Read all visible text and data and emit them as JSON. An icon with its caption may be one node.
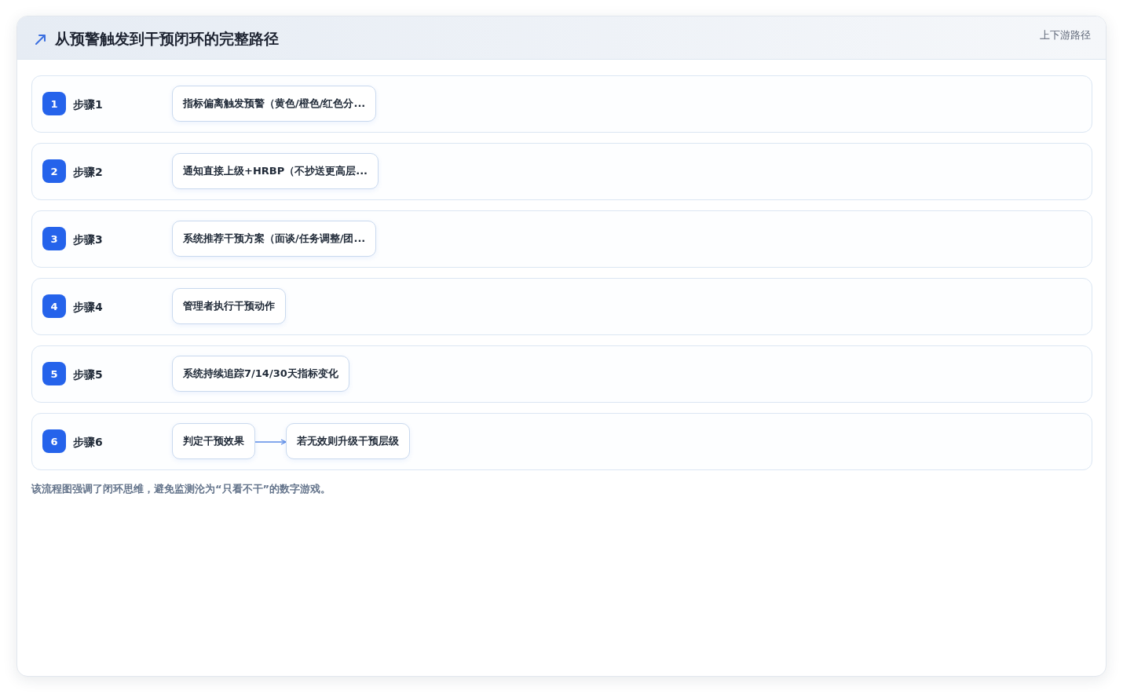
{
  "diagram": {
    "title": "从预警触发到干预闭环的完整路径",
    "caption": "该流程图强调了闭环思维，避免监测沦为“只看不干”的数字游戏。",
    "nodes": [
      {
        "text": [
          "步骤1"
        ]
      },
      {
        "text": [
          "1"
        ],
        "in": 0
      },
      {
        "text": [
          "指标偏离触发预警（黄色/橙色/红色分..."
        ],
        "in": 0
      },
      {
        "text": [
          "步骤2"
        ]
      },
      {
        "text": [
          "2"
        ],
        "in": 3
      },
      {
        "text": [
          "通知直接上级+HRBP（不抄送更高层..."
        ],
        "in": 3
      },
      {
        "text": [
          "步骤3"
        ]
      },
      {
        "text": [
          "3"
        ],
        "in": 6
      },
      {
        "text": [
          "系统推荐干预方案（面谈/任务调整/团..."
        ],
        "in": 6
      },
      {
        "text": [
          "步骤4"
        ]
      },
      {
        "text": [
          "4"
        ],
        "in": 9
      },
      {
        "text": [
          "管理者执行干预动作"
        ],
        "in": 9
      },
      {
        "text": [
          "步骤5"
        ]
      },
      {
        "text": [
          "5"
        ],
        "in": 12
      },
      {
        "text": [
          "系统持续追踪7/14/30天指标变化"
        ],
        "in": 12
      },
      {
        "text": [
          "步骤6"
        ]
      },
      {
        "text": [
          "6"
        ],
        "in": 15
      },
      {
        "text": [
          "判定干预效果"
        ],
        "in": 15
      },
      {
        "text": [
          "若无效则升级干预层级"
        ],
        "in": 15
      }
    ],
    "edges": [
      {
        "from": 17,
        "to": 18,
        "arrow": "to"
      }
    ],
    "labels": [
      "上下游路径"
    ]
  }
}
